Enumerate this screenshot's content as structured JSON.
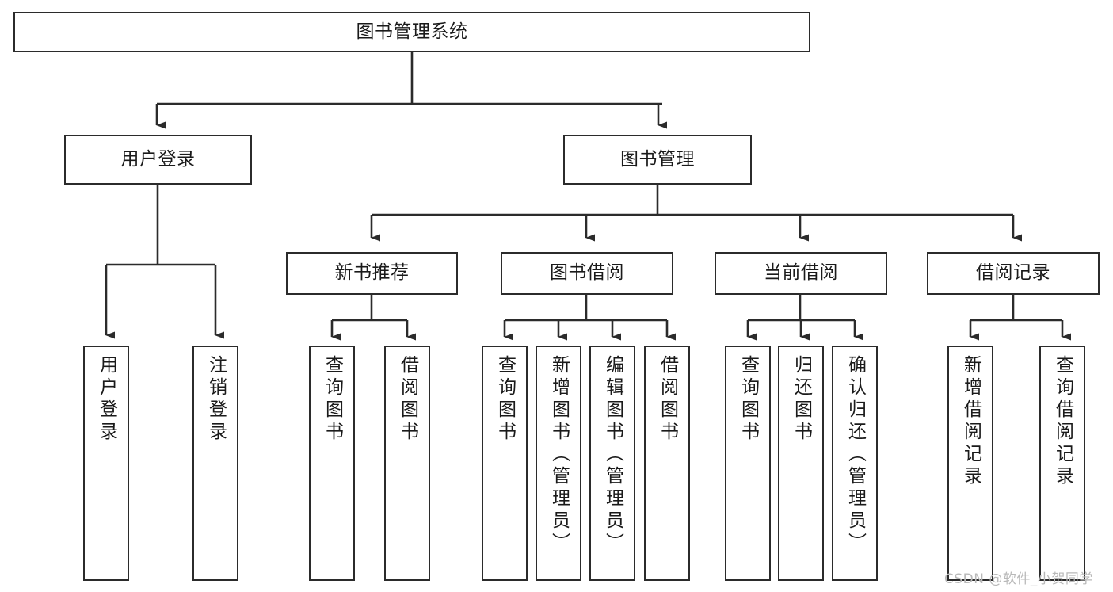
{
  "diagram": {
    "title": "图书管理系统",
    "type": "tree-hierarchy-diagram",
    "orientation": "top-down",
    "colors": {
      "node_stroke": "#2b2b2b",
      "node_fill": "#ffffff",
      "edge_stroke": "#2b2b2b",
      "text": "#1a1a1a",
      "watermark": "#b9b9b9",
      "background": "#ffffff"
    },
    "watermark": "CSDN @软件_小贺同学"
  },
  "nodes": {
    "root": {
      "label": "图书管理系统"
    },
    "level2": [
      {
        "label": "用户登录"
      },
      {
        "label": "图书管理"
      }
    ],
    "level3": [
      {
        "label": "新书推荐"
      },
      {
        "label": "图书借阅"
      },
      {
        "label": "当前借阅"
      },
      {
        "label": "借阅记录"
      }
    ],
    "leaves": {
      "user_login": [
        {
          "label": "用户登录"
        },
        {
          "label": "注销登录"
        }
      ],
      "new_book_recommend": [
        {
          "label": "查询图书"
        },
        {
          "label": "借阅图书"
        }
      ],
      "book_borrow": [
        {
          "label": "查询图书"
        },
        {
          "label": "新增图书（管理员）"
        },
        {
          "label": "编辑图书（管理员）"
        },
        {
          "label": "借阅图书"
        }
      ],
      "current_borrow": [
        {
          "label": "查询图书"
        },
        {
          "label": "归还图书"
        },
        {
          "label": "确认归还（管理员）"
        }
      ],
      "borrow_record": [
        {
          "label": "新增借阅记录"
        },
        {
          "label": "查询借阅记录"
        }
      ]
    }
  },
  "edges": {
    "description": "图书管理系统 分支到 用户登录 与 图书管理；图书管理 分支到 新书推荐、图书借阅、当前借阅、借阅记录；各节点再分支到底层叶子节点"
  }
}
